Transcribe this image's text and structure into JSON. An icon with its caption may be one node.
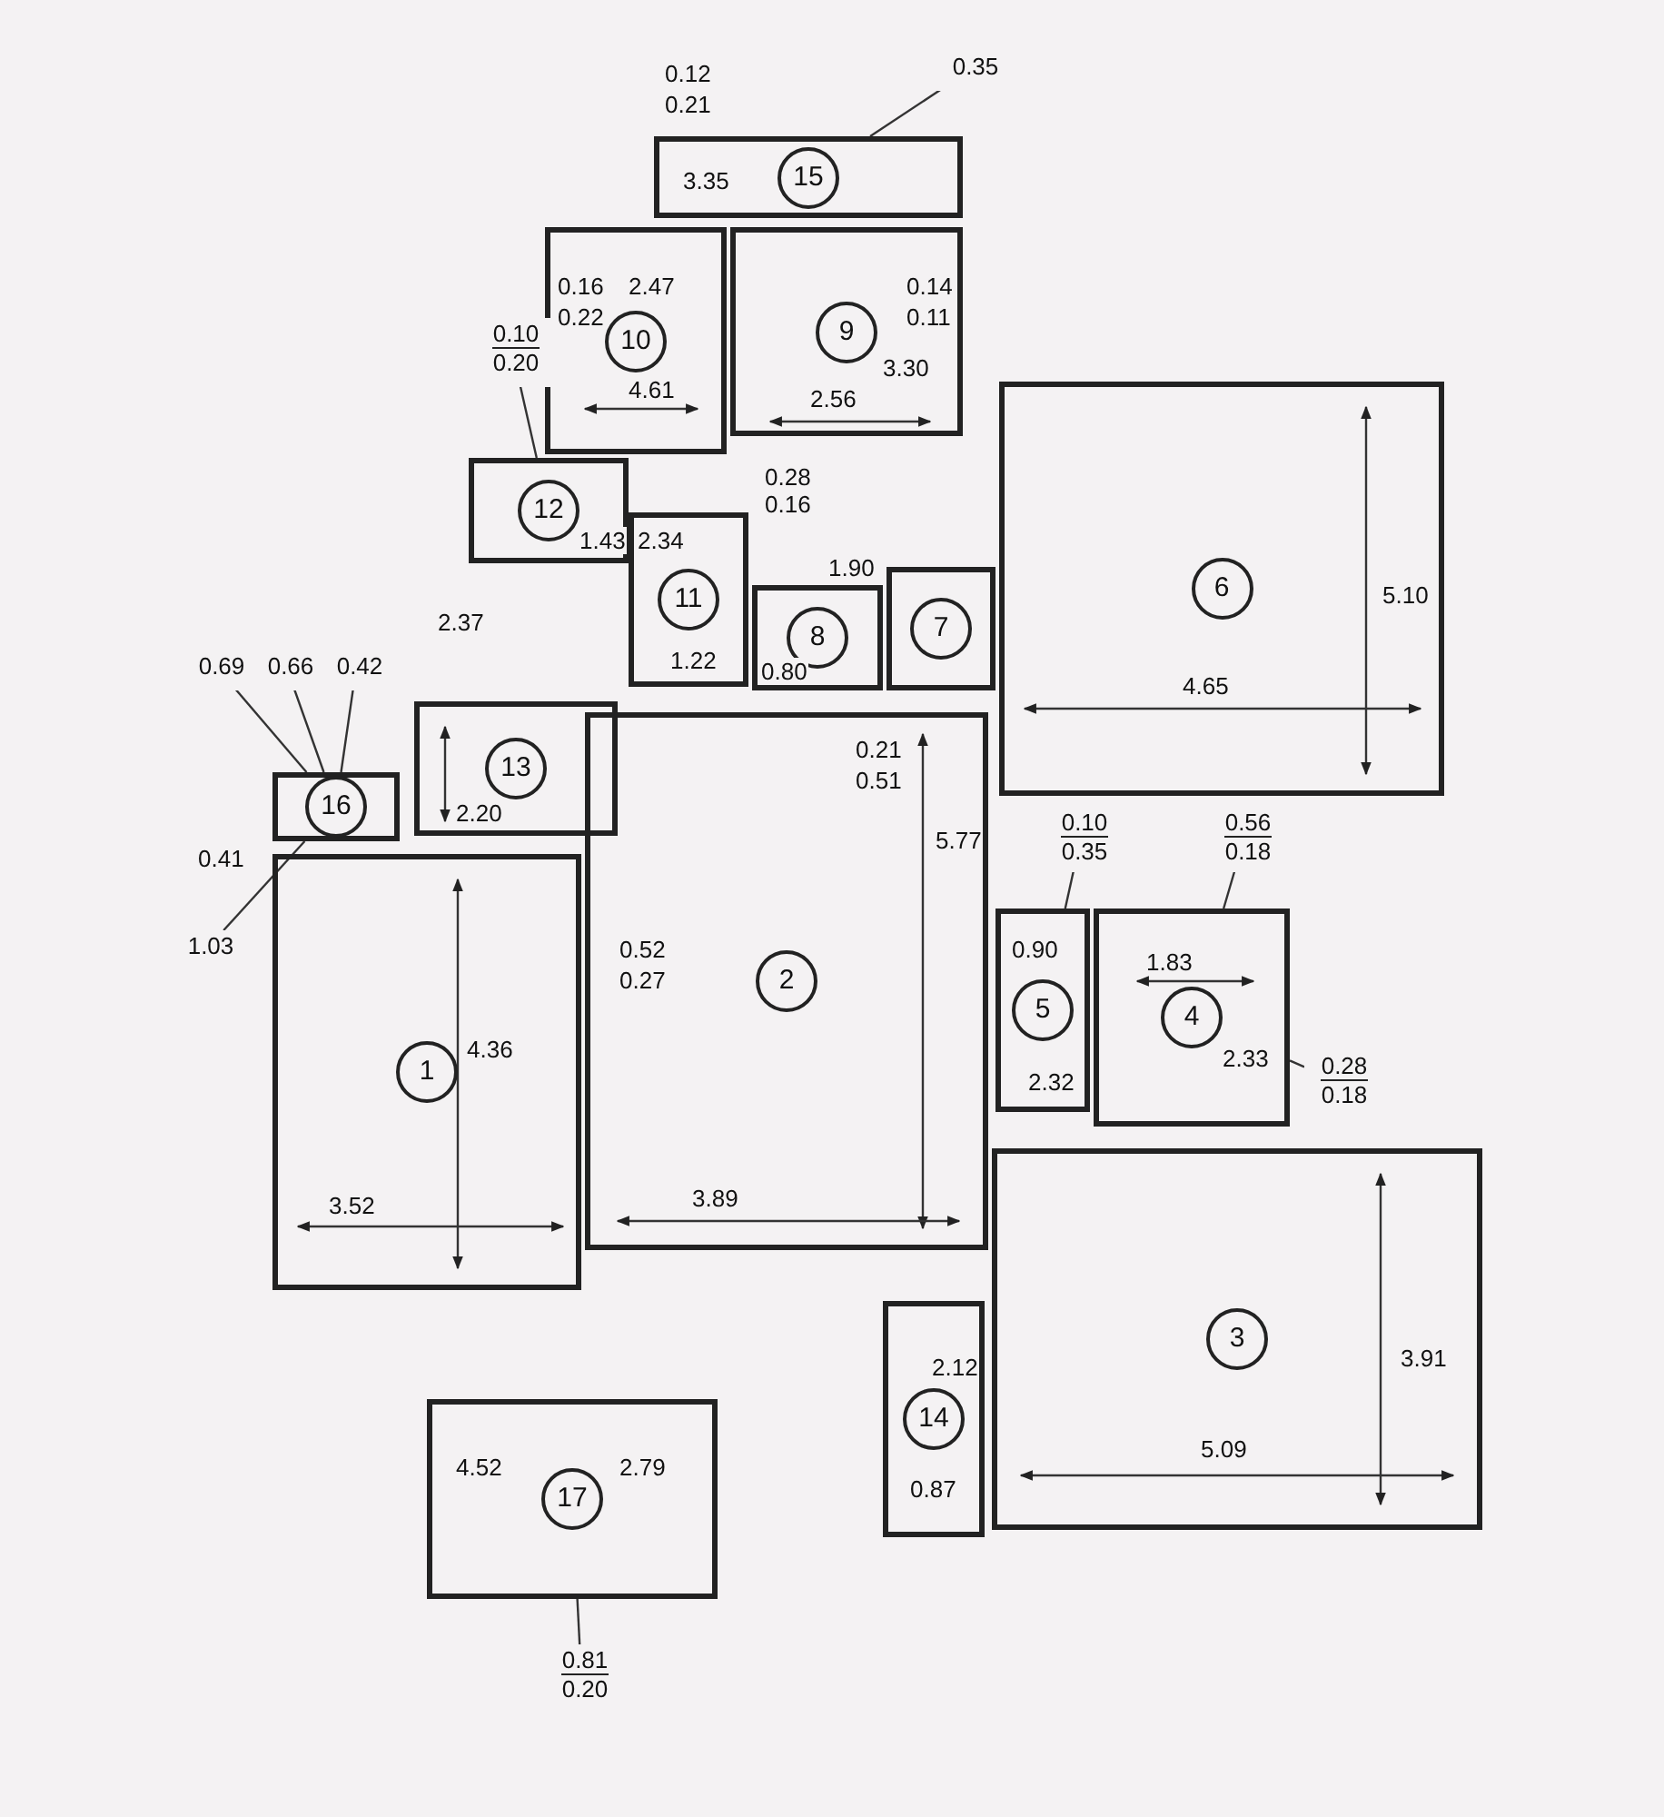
{
  "diagram": {
    "nodes": [
      {
        "text": [
          "15"
        ]
      },
      {
        "text": [
          "10"
        ]
      },
      {
        "text": [
          "9"
        ]
      },
      {
        "text": [
          "6"
        ]
      },
      {
        "text": [
          "12"
        ]
      },
      {
        "text": [
          "11"
        ]
      },
      {
        "text": [
          "8"
        ]
      },
      {
        "text": [
          "7"
        ]
      },
      {
        "text": [
          "13"
        ]
      },
      {
        "text": [
          "16"
        ]
      },
      {
        "text": [
          "1"
        ]
      },
      {
        "text": [
          "2"
        ]
      },
      {
        "text": [
          "5"
        ]
      },
      {
        "text": [
          "4"
        ]
      },
      {
        "text": [
          "3"
        ]
      },
      {
        "text": [
          "14"
        ]
      },
      {
        "text": [
          "17"
        ]
      },
      {
        "text": [
          "0.35"
        ]
      },
      {
        "text": [
          "0.10",
          "0.20"
        ]
      },
      {
        "text": [
          "0.69"
        ]
      },
      {
        "text": [
          "0.66"
        ]
      },
      {
        "text": [
          "0.42"
        ]
      },
      {
        "text": [
          "1.03"
        ]
      },
      {
        "text": [
          "0.56",
          "0.18"
        ]
      },
      {
        "text": [
          "0.10",
          "0.35"
        ]
      },
      {
        "text": [
          "0.28",
          "0.18"
        ]
      },
      {
        "text": [
          "0.81",
          "0.20"
        ]
      }
    ],
    "edges": [
      {
        "from": 17,
        "to": 0,
        "arrow": "none"
      },
      {
        "from": 18,
        "to": 4,
        "arrow": "none"
      },
      {
        "from": 19,
        "to": 9,
        "arrow": "none"
      },
      {
        "from": 20,
        "to": 9,
        "arrow": "none"
      },
      {
        "from": 21,
        "to": 9,
        "arrow": "none"
      },
      {
        "from": 22,
        "to": 9,
        "arrow": "none"
      },
      {
        "from": 23,
        "to": 13,
        "arrow": "none"
      },
      {
        "from": 24,
        "to": 12,
        "arrow": "none"
      },
      {
        "from": 25,
        "to": 13,
        "arrow": "none"
      },
      {
        "from": 26,
        "to": 16,
        "arrow": "none"
      }
    ],
    "labels": [
      "0.12",
      "0.21",
      "3.35",
      "0.16",
      "2.47",
      "0.14",
      "0.22",
      "0.11",
      "4.61",
      "3.30",
      "2.56",
      "0.28",
      "0.16",
      "1.43",
      "2.34",
      "1.90",
      "5.10",
      "2.37",
      "1.22",
      "0.80",
      "4.65",
      "0.21",
      "0.51",
      "2.20",
      "0.41",
      "5.77",
      "0.52",
      "0.90",
      "1.83",
      "0.27",
      "4.36",
      "2.32",
      "2.33",
      "3.52",
      "3.89",
      "2.12",
      "3.91",
      "4.52",
      "2.79",
      "5.09",
      "0.87"
    ]
  }
}
